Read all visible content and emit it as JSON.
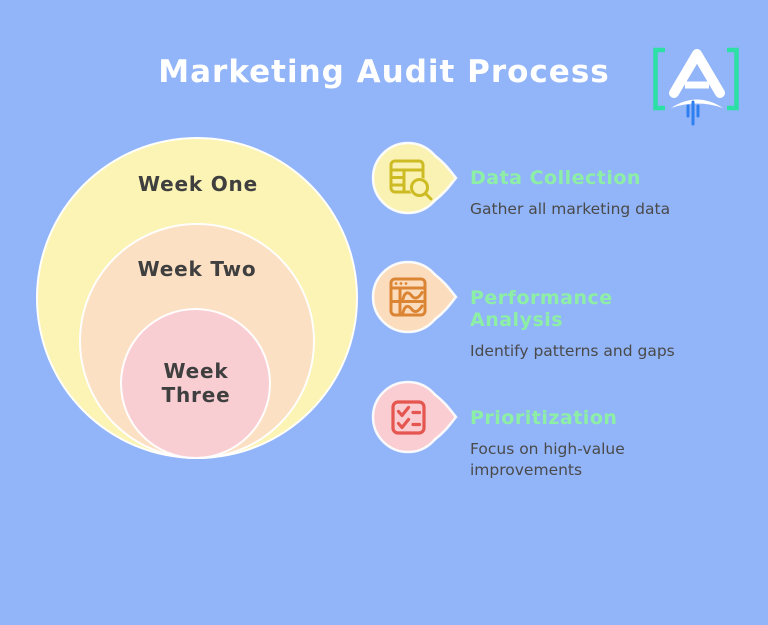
{
  "page": {
    "title": "Marketing Audit Process",
    "background_color": "#92B4F8",
    "title_color": "#FFFFFF"
  },
  "logo": {
    "bracket_color": "#2BDFA5",
    "mark_color": "#FFFFFF",
    "lines_color": "#2E7FF0"
  },
  "venn": {
    "label_color": "#3F3F3F",
    "rings": [
      {
        "label": "Week One",
        "fill": "#FBF4B4"
      },
      {
        "label": "Week Two",
        "fill": "#FBE0C3"
      },
      {
        "label": "Week Three",
        "fill": "#F9CED3"
      }
    ]
  },
  "steps": [
    {
      "title": "Data Collection",
      "description": "Gather all marketing data",
      "icon": "table-search-icon",
      "bubble_fill": "#FAF2B2",
      "icon_color": "#CDBB24"
    },
    {
      "title": "Performance Analysis",
      "description": "Identify patterns and gaps",
      "icon": "analytics-window-icon",
      "bubble_fill": "#FBDDBE",
      "icon_color": "#DB8534"
    },
    {
      "title": "Prioritization",
      "description": "Focus on high-value improvements",
      "icon": "checklist-icon",
      "bubble_fill": "#F9CDD1",
      "icon_color": "#E4564F"
    }
  ],
  "text_colors": {
    "step_title": "#8DEFA6",
    "step_description": "#4A4A4A"
  }
}
